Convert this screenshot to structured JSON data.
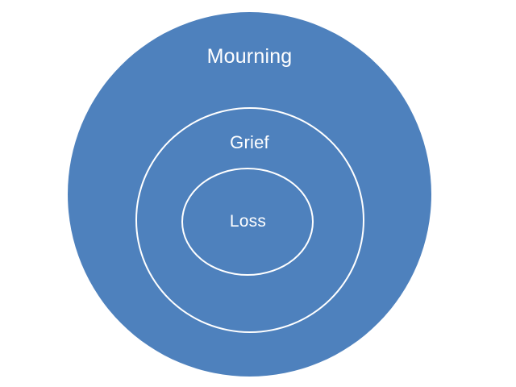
{
  "diagram": {
    "type": "concentric-circles",
    "title": "",
    "background_color": "#FFFFFF",
    "fill_color": "#4E81BD",
    "outline_color": "#FFFFFF",
    "text_color": "#FFFFFF",
    "levels": [
      {
        "id": "outer",
        "label": "Mourning",
        "order": 1,
        "role": "outermost-containing-circle"
      },
      {
        "id": "middle",
        "label": "Grief",
        "order": 2,
        "role": "middle-circle"
      },
      {
        "id": "inner",
        "label": "Loss",
        "order": 3,
        "role": "innermost-circle"
      }
    ]
  }
}
